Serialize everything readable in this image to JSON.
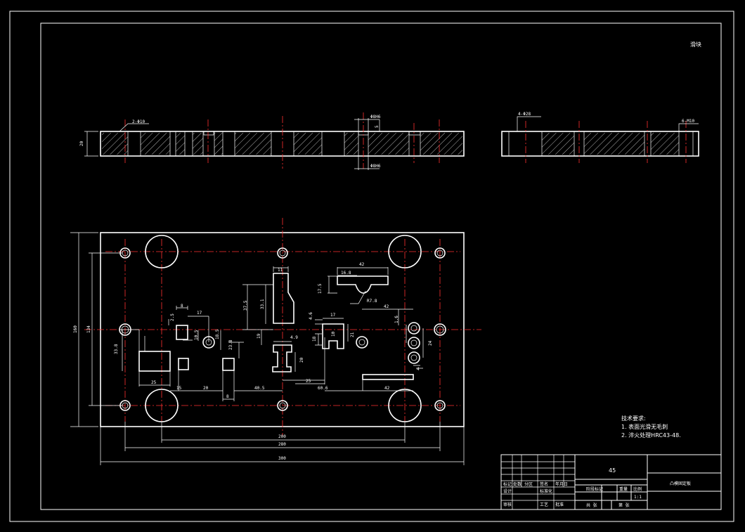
{
  "drawing": {
    "corner_mark": "滑块",
    "material": "45",
    "part_name": "凸模固定板",
    "scale": "1:1"
  },
  "notes": {
    "heading": "技术要求:",
    "items": [
      "1. 表面光滑无毛刺",
      "2. 淬火处理HRC43-48."
    ]
  },
  "dimensions": {
    "section": [
      "2-Φ10",
      "Φ8H6",
      "Φ8H6",
      "5",
      "20",
      "4-Φ28",
      "6-M10"
    ],
    "plan": [
      "11",
      "42",
      "16.8",
      "17.5",
      "R7.8",
      "42",
      "1.6",
      "8",
      "17",
      "2.5",
      "37.5",
      "33.1",
      "4.6",
      "17",
      "10.5",
      "18.5",
      "19",
      "10",
      "21",
      "23.8",
      "33.8",
      "4.9",
      "18",
      "20",
      "24",
      "4",
      "25",
      "15",
      "20",
      "8",
      "40.5",
      "25",
      "60.6",
      "42",
      "160",
      "134",
      "200",
      "280",
      "300"
    ]
  },
  "title_block": {
    "row_labels": [
      "标记",
      "处数",
      "分区",
      "设计",
      "审核",
      "工艺"
    ],
    "mid_labels": [
      "签名",
      "年月日",
      "标准化",
      "批准"
    ],
    "right_labels": [
      "阶段标记",
      "重量",
      "比例",
      "共 张",
      "第 张"
    ]
  }
}
